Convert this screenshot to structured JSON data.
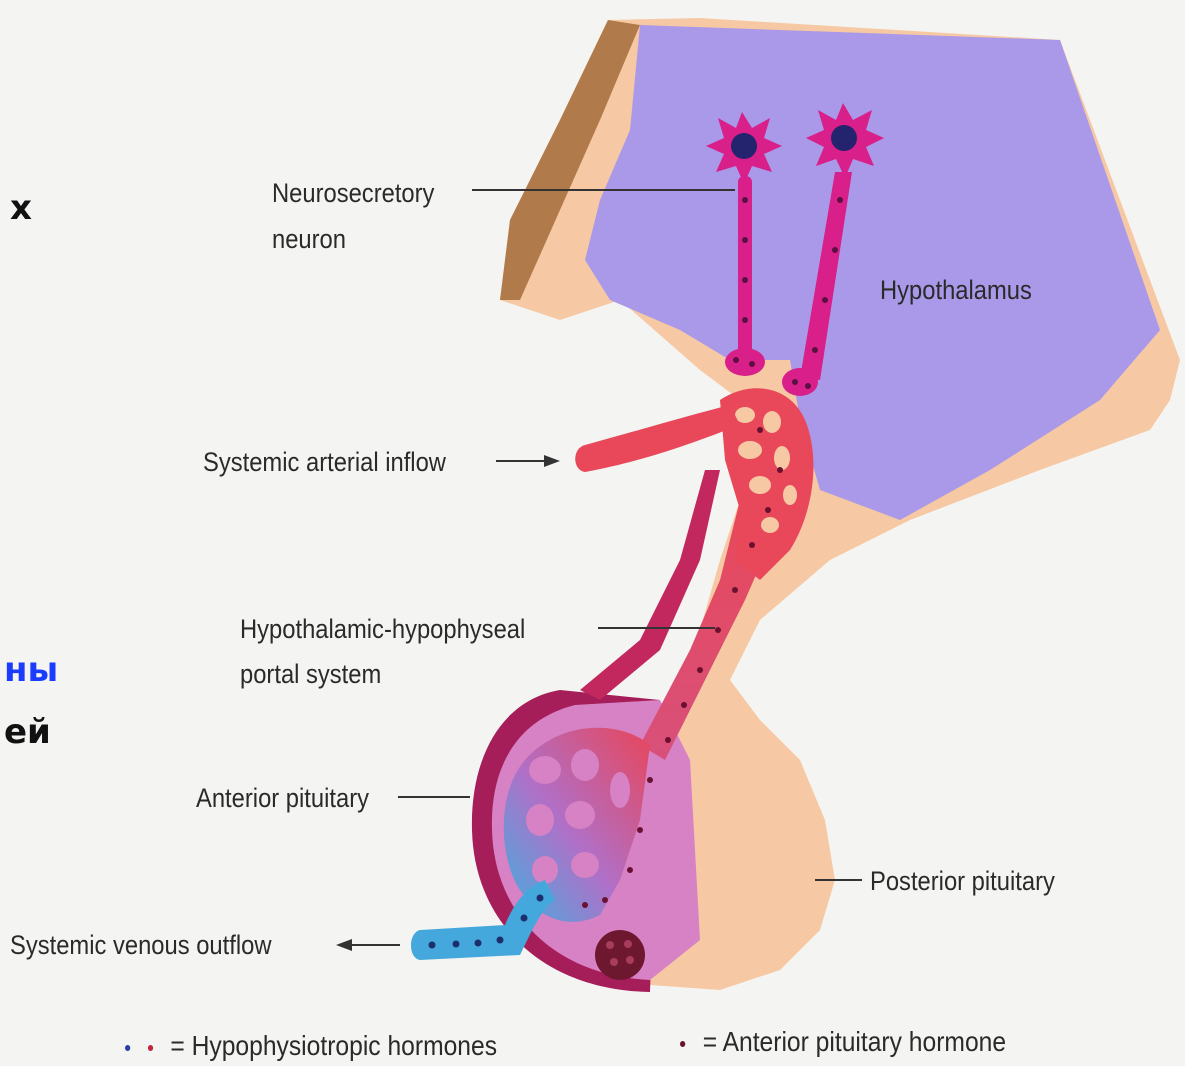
{
  "side_text": {
    "line1": "x",
    "line2": "ны",
    "line3": "ей"
  },
  "labels": {
    "neurosecretory_line1": "Neurosecretory",
    "neurosecretory_line2": "neuron",
    "hypothalamus": "Hypothalamus",
    "arterial_inflow": "Systemic arterial inflow",
    "portal_line1": "Hypothalamic-hypophyseal",
    "portal_line2": "portal system",
    "anterior_pituitary": "Anterior pituitary",
    "posterior_pituitary": "Posterior pituitary",
    "venous_outflow": "Systemic venous outflow"
  },
  "legend": {
    "hypophysiotropic": "= Hypophysiotropic hormones",
    "anterior_hormone": "= Anterior pituitary hormone"
  },
  "colors": {
    "hypothalamus": "#a999e8",
    "tissue": "#f6c9a4",
    "neuron": "#d81f8a",
    "artery": "#e8485a",
    "vein": "#45a8dc",
    "anterior_gland": "#d682c4",
    "side_blue": "#1a3cff"
  }
}
